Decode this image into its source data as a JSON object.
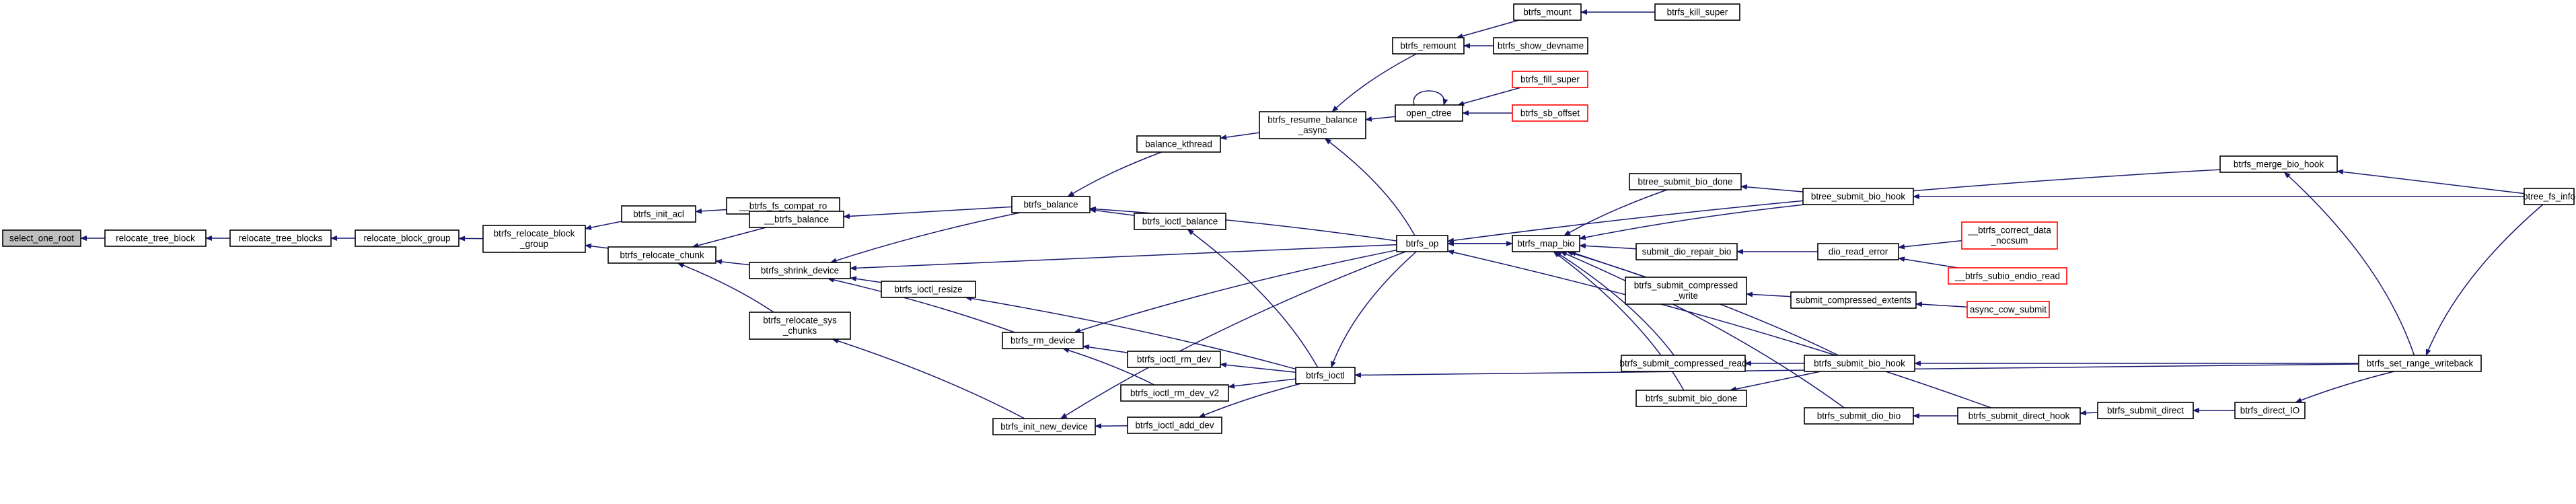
{
  "diagram": {
    "type": "call-graph",
    "colors": {
      "edge": "#191970",
      "root_fill": "#bfbfbf",
      "node_border": "#000000",
      "truncated_border": "#ff0000"
    },
    "nodes": [
      {
        "id": "select_one_root",
        "lines": [
          "select_one_root"
        ],
        "style": "root"
      },
      {
        "id": "relocate_tree_block",
        "lines": [
          "relocate_tree_block"
        ]
      },
      {
        "id": "relocate_tree_blocks",
        "lines": [
          "relocate_tree_blocks"
        ]
      },
      {
        "id": "relocate_block_group",
        "lines": [
          "relocate_block_group"
        ]
      },
      {
        "id": "btrfs_relocate_block_group",
        "lines": [
          "btrfs_relocate_block",
          "_group"
        ]
      },
      {
        "id": "btrfs_init_acl",
        "lines": [
          "btrfs_init_acl"
        ]
      },
      {
        "id": "btrfs_fs_compat_ro",
        "lines": [
          "__btrfs_fs_compat_ro"
        ]
      },
      {
        "id": "btrfs_relocate_chunk",
        "lines": [
          "btrfs_relocate_chunk"
        ]
      },
      {
        "id": "__btrfs_balance",
        "lines": [
          "__btrfs_balance"
        ]
      },
      {
        "id": "btrfs_shrink_device",
        "lines": [
          "btrfs_shrink_device"
        ]
      },
      {
        "id": "btrfs_relocate_sys_chunks",
        "lines": [
          "btrfs_relocate_sys",
          "_chunks"
        ]
      },
      {
        "id": "btrfs_balance",
        "lines": [
          "btrfs_balance"
        ]
      },
      {
        "id": "balance_kthread",
        "lines": [
          "balance_kthread"
        ]
      },
      {
        "id": "btrfs_ioctl_balance",
        "lines": [
          "btrfs_ioctl_balance"
        ]
      },
      {
        "id": "btrfs_ioctl_resize",
        "lines": [
          "btrfs_ioctl_resize"
        ]
      },
      {
        "id": "btrfs_rm_device",
        "lines": [
          "btrfs_rm_device"
        ]
      },
      {
        "id": "btrfs_ioctl_rm_dev",
        "lines": [
          "btrfs_ioctl_rm_dev"
        ]
      },
      {
        "id": "btrfs_ioctl_rm_dev_v2",
        "lines": [
          "btrfs_ioctl_rm_dev_v2"
        ]
      },
      {
        "id": "btrfs_init_new_device",
        "lines": [
          "btrfs_init_new_device"
        ]
      },
      {
        "id": "btrfs_ioctl_add_dev",
        "lines": [
          "btrfs_ioctl_add_dev"
        ]
      },
      {
        "id": "btrfs_ioctl",
        "lines": [
          "btrfs_ioctl"
        ]
      },
      {
        "id": "btrfs_resume_balance_async",
        "lines": [
          "btrfs_resume_balance",
          "_async"
        ]
      },
      {
        "id": "btrfs_remount",
        "lines": [
          "btrfs_remount"
        ]
      },
      {
        "id": "btrfs_mount",
        "lines": [
          "btrfs_mount"
        ]
      },
      {
        "id": "btrfs_kill_super",
        "lines": [
          "btrfs_kill_super"
        ]
      },
      {
        "id": "btrfs_show_devname",
        "lines": [
          "btrfs_show_devname"
        ]
      },
      {
        "id": "open_ctree",
        "lines": [
          "open_ctree"
        ]
      },
      {
        "id": "btrfs_fill_super",
        "lines": [
          "btrfs_fill_super"
        ],
        "style": "truncated"
      },
      {
        "id": "btrfs_sb_offset",
        "lines": [
          "btrfs_sb_offset"
        ],
        "style": "truncated"
      },
      {
        "id": "btrfs_op",
        "lines": [
          "btrfs_op"
        ]
      },
      {
        "id": "btrfs_map_bio",
        "lines": [
          "btrfs_map_bio"
        ]
      },
      {
        "id": "btree_submit_bio_done",
        "lines": [
          "btree_submit_bio_done"
        ]
      },
      {
        "id": "btree_submit_bio_hook",
        "lines": [
          "btree_submit_bio_hook"
        ]
      },
      {
        "id": "submit_dio_repair_bio",
        "lines": [
          "submit_dio_repair_bio"
        ]
      },
      {
        "id": "dio_read_error",
        "lines": [
          "dio_read_error"
        ]
      },
      {
        "id": "btrfs_correct_data_nocsum",
        "lines": [
          "__btrfs_correct_data",
          "_nocsum"
        ],
        "style": "truncated"
      },
      {
        "id": "btrfs_subio_endio_read",
        "lines": [
          "__btrfs_subio_endio_read"
        ],
        "style": "truncated"
      },
      {
        "id": "btrfs_submit_compressed_write",
        "lines": [
          "btrfs_submit_compressed",
          "_write"
        ]
      },
      {
        "id": "submit_compressed_extents",
        "lines": [
          "submit_compressed_extents"
        ]
      },
      {
        "id": "async_cow_submit",
        "lines": [
          "async_cow_submit"
        ],
        "style": "truncated"
      },
      {
        "id": "btrfs_submit_compressed_read",
        "lines": [
          "btrfs_submit_compressed_read"
        ]
      },
      {
        "id": "btrfs_submit_bio_hook",
        "lines": [
          "btrfs_submit_bio_hook"
        ]
      },
      {
        "id": "btrfs_submit_bio_done",
        "lines": [
          "btrfs_submit_bio_done"
        ]
      },
      {
        "id": "btrfs_submit_dio_bio",
        "lines": [
          "btrfs_submit_dio_bio"
        ]
      },
      {
        "id": "btrfs_submit_direct_hook",
        "lines": [
          "btrfs_submit_direct_hook"
        ]
      },
      {
        "id": "btrfs_submit_direct",
        "lines": [
          "btrfs_submit_direct"
        ]
      },
      {
        "id": "btrfs_direct_IO",
        "lines": [
          "btrfs_direct_IO"
        ]
      },
      {
        "id": "btrfs_merge_bio_hook",
        "lines": [
          "btrfs_merge_bio_hook"
        ]
      },
      {
        "id": "btrfs_set_range_writeback",
        "lines": [
          "btrfs_set_range_writeback"
        ]
      },
      {
        "id": "btree_fs_info",
        "lines": [
          "btree_fs_info"
        ]
      }
    ],
    "edges": [
      [
        "relocate_tree_block",
        "select_one_root"
      ],
      [
        "relocate_tree_blocks",
        "relocate_tree_block"
      ],
      [
        "relocate_block_group",
        "relocate_tree_blocks"
      ],
      [
        "btrfs_relocate_block_group",
        "relocate_block_group"
      ],
      [
        "btrfs_init_acl",
        "btrfs_relocate_block_group"
      ],
      [
        "btrfs_fs_compat_ro",
        "btrfs_init_acl"
      ],
      [
        "btrfs_relocate_chunk",
        "btrfs_relocate_block_group"
      ],
      [
        "__btrfs_balance",
        "btrfs_relocate_chunk"
      ],
      [
        "btrfs_shrink_device",
        "btrfs_relocate_chunk"
      ],
      [
        "btrfs_relocate_sys_chunks",
        "btrfs_relocate_chunk"
      ],
      [
        "btrfs_balance",
        "__btrfs_balance"
      ],
      [
        "btrfs_balance",
        "btrfs_shrink_device"
      ],
      [
        "balance_kthread",
        "btrfs_balance"
      ],
      [
        "btrfs_ioctl_balance",
        "btrfs_balance"
      ],
      [
        "btrfs_op",
        "btrfs_balance"
      ],
      [
        "btrfs_resume_balance_async",
        "balance_kthread"
      ],
      [
        "btrfs_remount",
        "btrfs_resume_balance_async"
      ],
      [
        "open_ctree",
        "btrfs_resume_balance_async"
      ],
      [
        "btrfs_mount",
        "btrfs_remount"
      ],
      [
        "btrfs_show_devname",
        "btrfs_remount"
      ],
      [
        "btrfs_kill_super",
        "btrfs_mount"
      ],
      [
        "open_ctree",
        "open_ctree"
      ],
      [
        "btrfs_fill_super",
        "open_ctree"
      ],
      [
        "btrfs_sb_offset",
        "open_ctree"
      ],
      [
        "btrfs_ioctl_resize",
        "btrfs_shrink_device"
      ],
      [
        "btrfs_rm_device",
        "btrfs_shrink_device"
      ],
      [
        "btrfs_op",
        "btrfs_shrink_device"
      ],
      [
        "btrfs_ioctl",
        "btrfs_ioctl_resize"
      ],
      [
        "btrfs_ioctl_rm_dev",
        "btrfs_rm_device"
      ],
      [
        "btrfs_ioctl_rm_dev_v2",
        "btrfs_rm_device"
      ],
      [
        "btrfs_op",
        "btrfs_rm_device"
      ],
      [
        "btrfs_ioctl",
        "btrfs_ioctl_rm_dev"
      ],
      [
        "btrfs_ioctl",
        "btrfs_ioctl_rm_dev_v2"
      ],
      [
        "btrfs_ioctl",
        "btrfs_ioctl_balance"
      ],
      [
        "btrfs_init_new_device",
        "btrfs_relocate_sys_chunks"
      ],
      [
        "btrfs_ioctl_add_dev",
        "btrfs_init_new_device"
      ],
      [
        "btrfs_op",
        "btrfs_init_new_device"
      ],
      [
        "btrfs_ioctl",
        "btrfs_ioctl_add_dev"
      ],
      [
        "btrfs_op",
        "btrfs_ioctl"
      ],
      [
        "btrfs_set_range_writeback",
        "btrfs_ioctl"
      ],
      [
        "btrfs_op",
        "btrfs_resume_balance_async"
      ],
      [
        "btrfs_map_bio",
        "btrfs_op"
      ],
      [
        "btrfs_merge_bio_hook",
        "btrfs_op"
      ],
      [
        "btrfs_submit_direct_hook",
        "btrfs_op"
      ],
      [
        "btrfs_op",
        "btrfs_map_bio"
      ],
      [
        "btree_submit_bio_done",
        "btrfs_map_bio"
      ],
      [
        "btree_submit_bio_hook",
        "btrfs_map_bio"
      ],
      [
        "submit_dio_repair_bio",
        "btrfs_map_bio"
      ],
      [
        "btrfs_submit_compressed_write",
        "btrfs_map_bio"
      ],
      [
        "btrfs_submit_compressed_read",
        "btrfs_map_bio"
      ],
      [
        "btrfs_submit_bio_hook",
        "btrfs_map_bio"
      ],
      [
        "btrfs_submit_bio_done",
        "btrfs_map_bio"
      ],
      [
        "btrfs_submit_dio_bio",
        "btrfs_map_bio"
      ],
      [
        "btree_submit_bio_hook",
        "btree_submit_bio_done"
      ],
      [
        "btree_fs_info",
        "btree_submit_bio_hook"
      ],
      [
        "dio_read_error",
        "submit_dio_repair_bio"
      ],
      [
        "btrfs_correct_data_nocsum",
        "dio_read_error"
      ],
      [
        "btrfs_subio_endio_read",
        "dio_read_error"
      ],
      [
        "submit_compressed_extents",
        "btrfs_submit_compressed_write"
      ],
      [
        "async_cow_submit",
        "submit_compressed_extents"
      ],
      [
        "btrfs_submit_bio_hook",
        "btrfs_submit_compressed_read"
      ],
      [
        "btrfs_submit_bio_hook",
        "btrfs_submit_bio_done"
      ],
      [
        "btrfs_set_range_writeback",
        "btrfs_submit_bio_hook"
      ],
      [
        "btrfs_submit_direct_hook",
        "btrfs_submit_dio_bio"
      ],
      [
        "btrfs_submit_direct",
        "btrfs_submit_direct_hook"
      ],
      [
        "btrfs_direct_IO",
        "btrfs_submit_direct"
      ],
      [
        "btrfs_set_range_writeback",
        "btrfs_direct_IO"
      ],
      [
        "btree_fs_info",
        "btrfs_merge_bio_hook"
      ],
      [
        "btrfs_set_range_writeback",
        "btrfs_merge_bio_hook"
      ],
      [
        "btree_fs_info",
        "btrfs_set_range_writeback"
      ]
    ]
  }
}
